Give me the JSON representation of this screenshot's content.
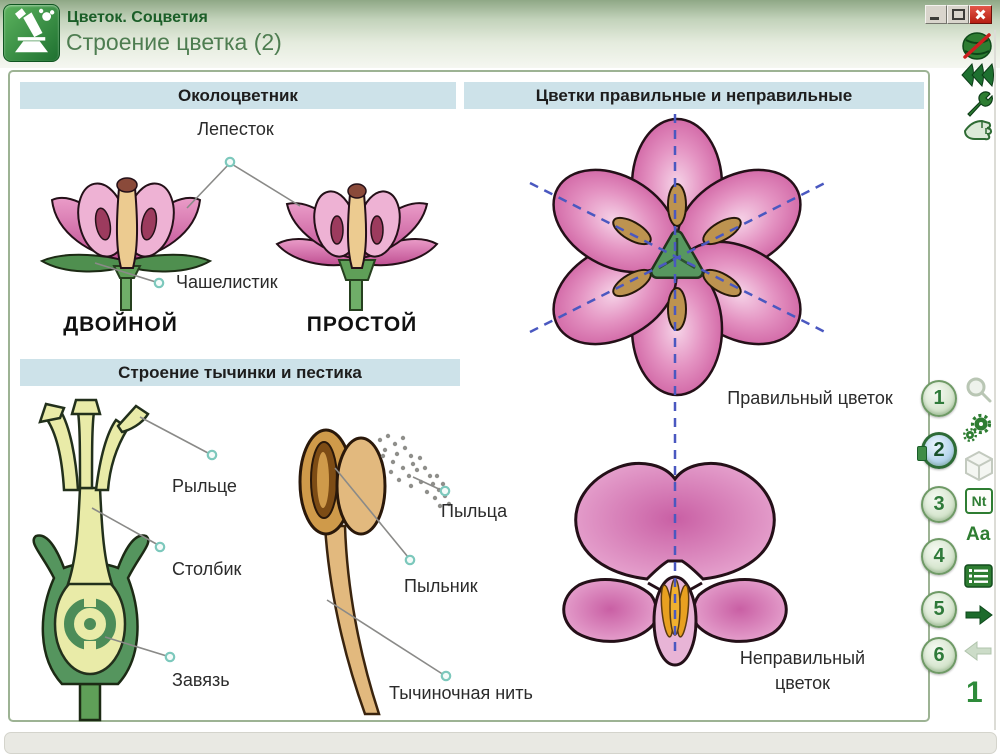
{
  "header": {
    "breadcrumb": "Цветок. Соцветия",
    "title": "Строение цветка (2)"
  },
  "sections": {
    "perianth": {
      "title": "Околоцветник",
      "petal_label": "Лепесток",
      "sepal_label": "Чашелистик",
      "double_label": "ДВОЙНОЙ",
      "simple_label": "ПРОСТОЙ"
    },
    "stamen_pistil": {
      "title": "Строение тычинки и пестика",
      "stigma_label": "Рыльце",
      "style_label": "Столбик",
      "ovary_label": "Завязь",
      "pollen_label": "Пыльца",
      "anther_label": "Пыльник",
      "filament_label": "Тычиночная нить"
    },
    "flower_types": {
      "title": "Цветки правильные и неправильные",
      "regular_label": "Правильный цветок",
      "irregular_label": "Неправильный цветок"
    }
  },
  "sidebar": {
    "pages": [
      "1",
      "2",
      "3",
      "4",
      "5",
      "6"
    ],
    "active_page": "2",
    "notes_icon_label": "Nt",
    "text_icon_label": "Aa",
    "page_number": "1"
  },
  "icons": {
    "top_tools": [
      "no-draw-icon",
      "rewind-icon",
      "wrench-icon",
      "hand-tool-icon"
    ],
    "side_tools": [
      "zoom-icon",
      "gears-icon",
      "cube-3d-icon",
      "notes-nt-icon",
      "text-aa-icon",
      "list-icon",
      "arrow-forward-icon",
      "arrow-back-icon"
    ]
  },
  "colors": {
    "accent_green": "#2e7d32",
    "band_blue": "#cde2e9",
    "petal_pink": "#c74f96",
    "dash_blue": "#4a58c0",
    "close_red": "#c6251a"
  }
}
